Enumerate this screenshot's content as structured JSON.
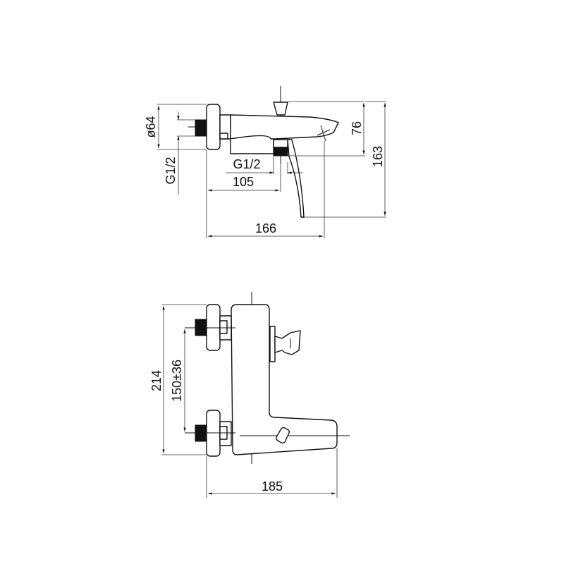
{
  "side_view": {
    "dim_diameter": "ø64",
    "dim_inlet_thread": "G1/2",
    "dim_outlet_thread": "G1/2",
    "dim_outlet_offset": "105",
    "dim_spout_depth": "166",
    "dim_spout_height": "76",
    "dim_total_height": "163"
  },
  "front_view": {
    "dim_height": "214",
    "dim_inlet_spacing": "150±36",
    "dim_width": "185"
  },
  "colors": {
    "line": "#111111",
    "background": "#ffffff"
  }
}
